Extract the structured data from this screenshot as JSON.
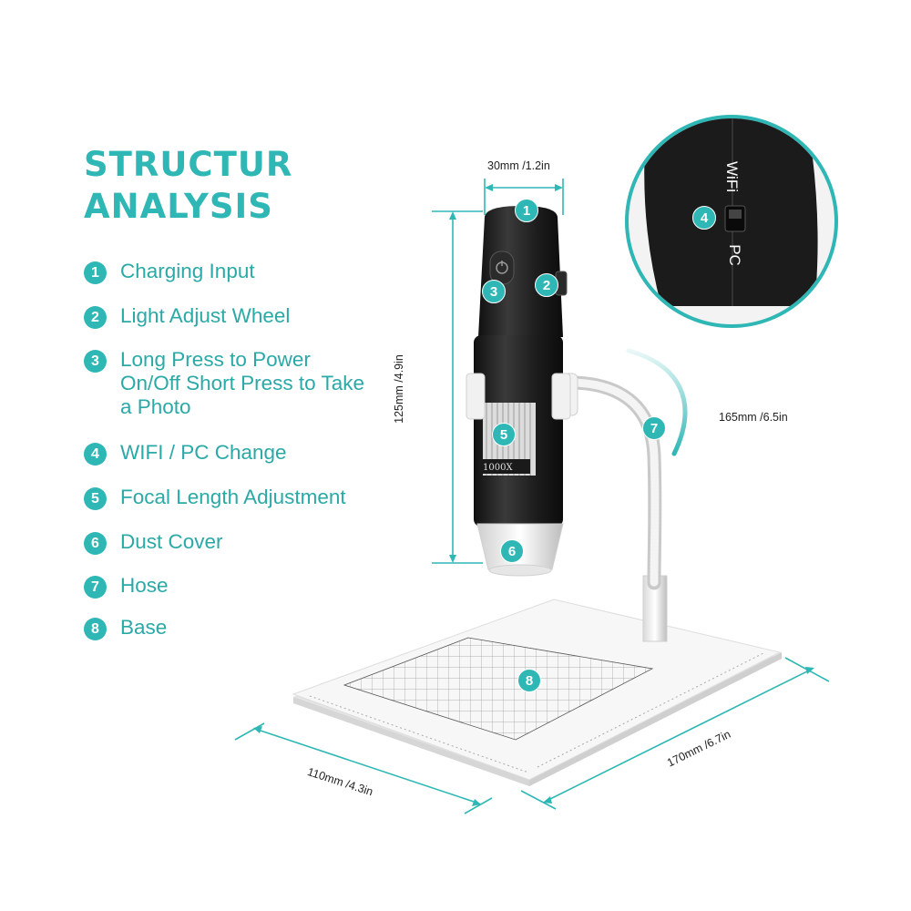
{
  "title": {
    "line1": "STRUCTUR",
    "line2": "ANALYSIS"
  },
  "legend": [
    {
      "num": "1",
      "label": "Charging Input"
    },
    {
      "num": "2",
      "label": "Light Adjust Wheel"
    },
    {
      "num": "3",
      "label": "Long Press to Power On/Off Short Press to Take a Photo"
    },
    {
      "num": "4",
      "label": "WIFI / PC Change"
    },
    {
      "num": "5",
      "label": "Focal Length Adjustment"
    },
    {
      "num": "6",
      "label": "Dust Cover"
    },
    {
      "num": "7",
      "label": "Hose"
    },
    {
      "num": "8",
      "label": "Base"
    }
  ],
  "dimensions": {
    "width": "30mm /1.2in",
    "height": "125mm /4.9in",
    "hose": "165mm /6.5in",
    "base_width": "110mm /4.3in",
    "base_length": "170mm /6.7in"
  },
  "device": {
    "zoom_marking": "1000X"
  },
  "inset": {
    "switch_top": "WiFi",
    "switch_bottom": "PC"
  },
  "colors": {
    "accent": "#2fb7b5",
    "device": "#1f1f1f",
    "base": "#f6f6f6"
  },
  "icons": {
    "power_button": "power-button-icon"
  }
}
